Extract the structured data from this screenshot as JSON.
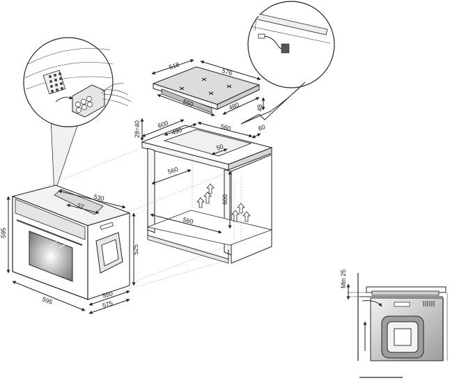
{
  "dimensions": {
    "hob_depth": "518",
    "hob_width": "576",
    "hob_cutout_width": "550",
    "hob_cutout_depth": "480",
    "hob_height": "48",
    "worktop_thickness": "28÷40",
    "worktop_depth": "600",
    "worktop_cutout_depth": "490",
    "worktop_cutout_width": "560",
    "worktop_clearance": "50",
    "rear_gap": "60",
    "cabinet_depth": "560",
    "cabinet_height": "600",
    "cabinet_base_width": "560",
    "oven_depth": "530",
    "oven_top": "27",
    "oven_height": "595",
    "oven_width": "595",
    "oven_body_height": "525",
    "oven_inner_width": "550",
    "oven_body_width": "575",
    "min_gap": "Min 25"
  }
}
